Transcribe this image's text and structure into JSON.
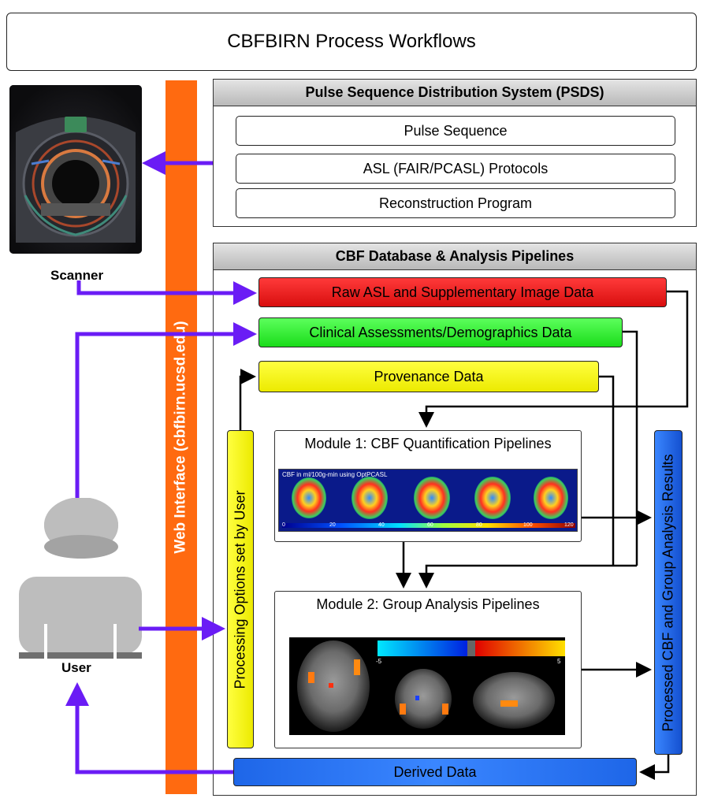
{
  "title": "CBFBIRN Process Workflows",
  "scanner": {
    "label": "Scanner"
  },
  "user": {
    "label": "User"
  },
  "web_interface": {
    "label": "Web Interface (cbfbirn.ucsd.edu)"
  },
  "psds": {
    "header": "Pulse Sequence Distribution System (PSDS)",
    "items": [
      "Pulse Sequence",
      "ASL (FAIR/PCASL) Protocols",
      "Reconstruction Program"
    ]
  },
  "database": {
    "header": "CBF Database & Analysis Pipelines",
    "raw_data": "Raw ASL and Supplementary Image Data",
    "clinical_data": "Clinical Assessments/Demographics Data",
    "provenance_data": "Provenance Data",
    "processing_options": "Processing Options set by User",
    "processed_results": "Processed CBF and Group Analysis Results",
    "derived_data": "Derived Data"
  },
  "module1": {
    "title": "Module 1: CBF Quantification Pipelines",
    "map_caption": "CBF in ml/100g-min using OptPCASL",
    "scale_ticks": [
      "0",
      "20",
      "40",
      "60",
      "80",
      "100",
      "120"
    ]
  },
  "module2": {
    "title": "Module 2: Group Analysis Pipelines",
    "scale_min": "-5",
    "scale_max": "5"
  },
  "colors": {
    "arrow_user": "#6a1cf5",
    "web_interface_bar": "#ff6a10",
    "raw": "#ee1a1a",
    "clinical": "#22ee22",
    "provenance": "#f5f000",
    "results": "#1a66e6"
  }
}
